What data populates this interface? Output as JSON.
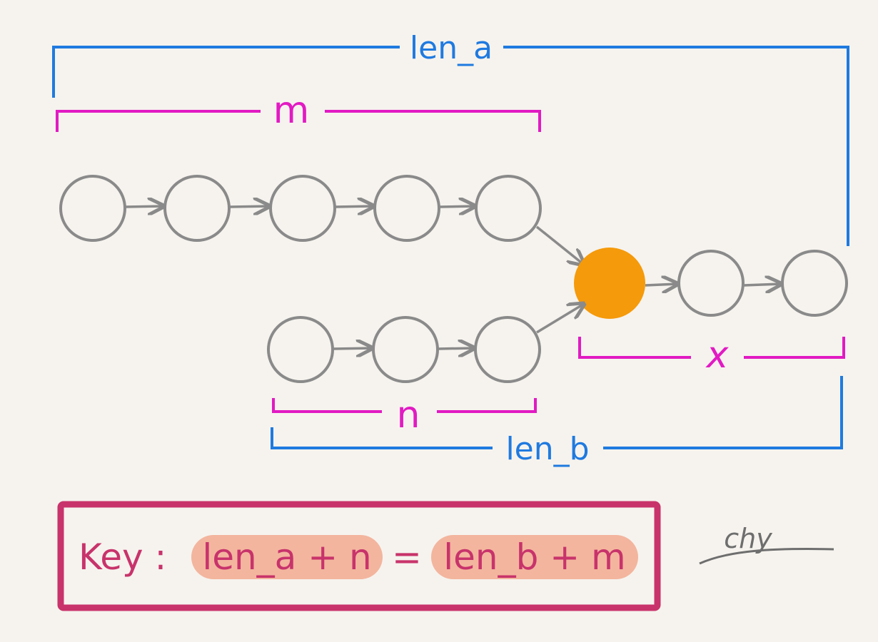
{
  "labels": {
    "len_a": "len_a",
    "m": "m",
    "x": "x",
    "n": "n",
    "len_b": "len_b"
  },
  "key_box": {
    "prefix": "Key :",
    "left_expr": "len_a + n",
    "equals": "=",
    "right_expr": "len_b + m"
  },
  "signature": "chy",
  "colors": {
    "background": "#f6f3ee",
    "node_stroke": "#8a8a8a",
    "intersection_node": "#f59a0a",
    "bracket_blue": "#1f7ae0",
    "bracket_pink": "#e21ac3",
    "key_border": "#c8336b",
    "key_highlight": "#f2a98f"
  }
}
